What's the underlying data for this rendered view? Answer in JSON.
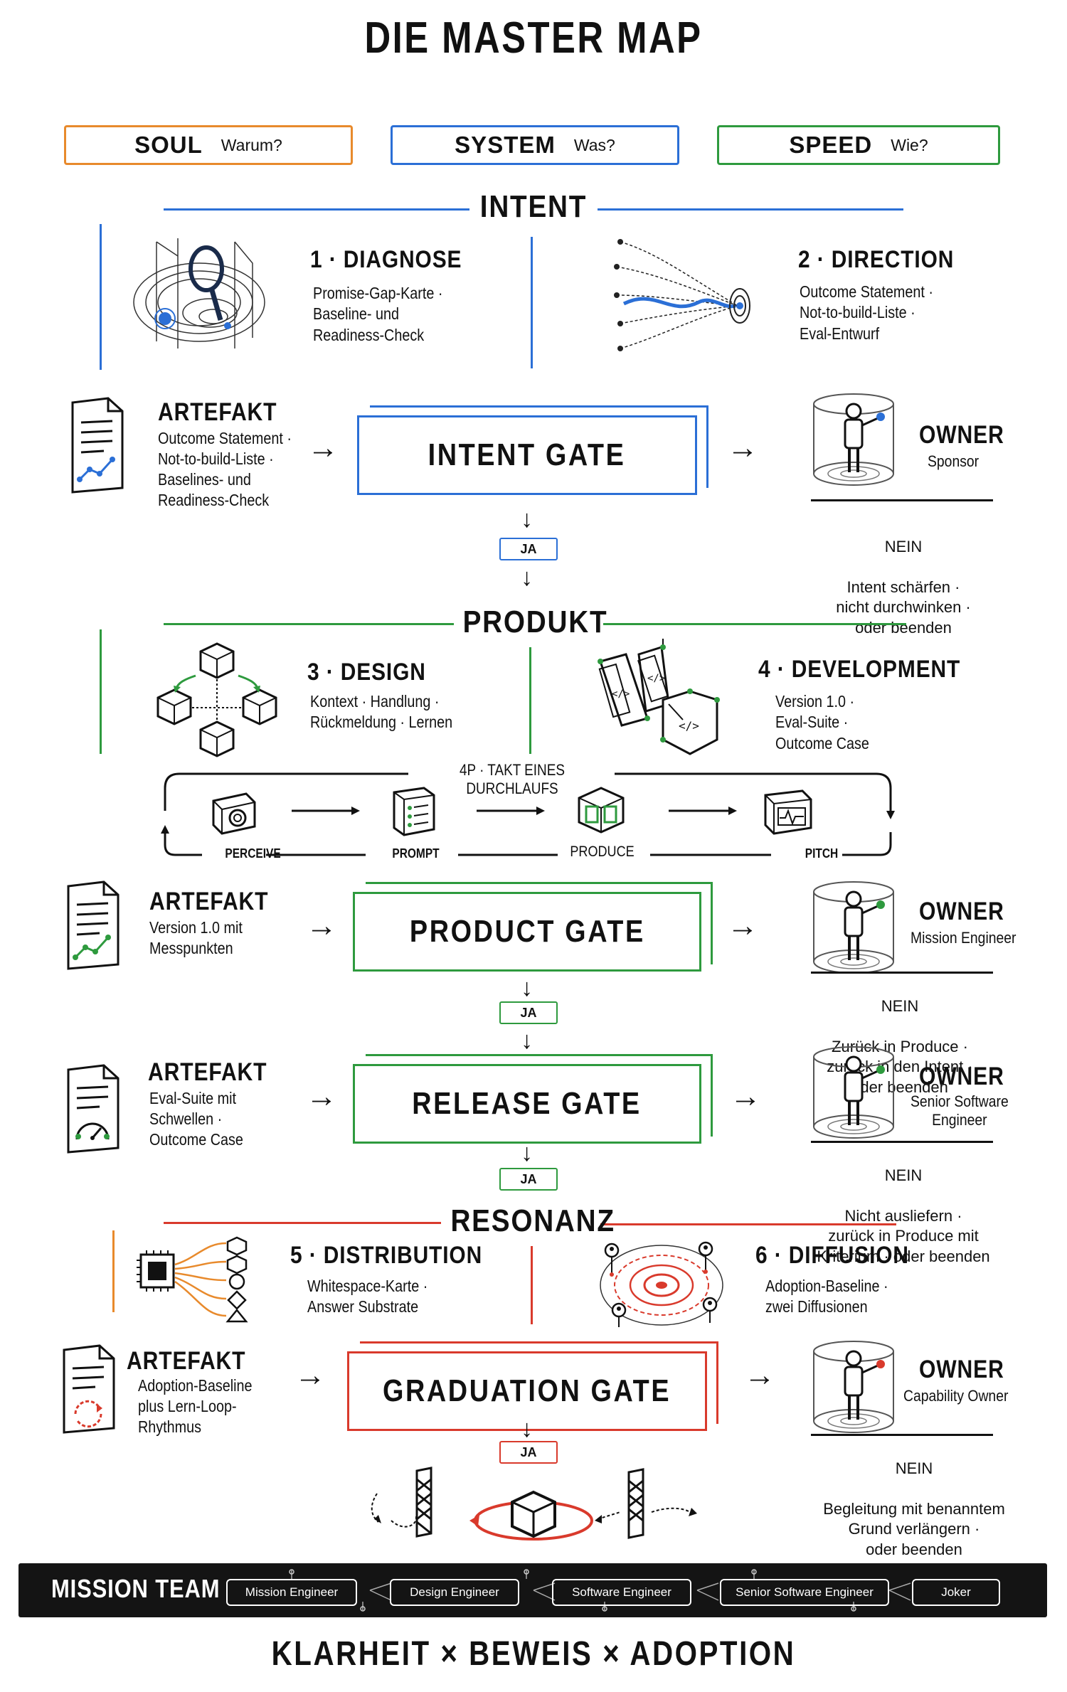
{
  "title": "DIE MASTER MAP",
  "colors": {
    "soul": "#e88a2c",
    "system": "#2b6fd6",
    "speed": "#2e9a3e",
    "resonance": "#d93a2c",
    "ink": "#111111"
  },
  "pillars": [
    {
      "name": "SOUL",
      "question": "Warum?"
    },
    {
      "name": "SYSTEM",
      "question": "Was?"
    },
    {
      "name": "SPEED",
      "question": "Wie?"
    }
  ],
  "sections": {
    "intent": "INTENT",
    "produkt": "PRODUKT",
    "resonanz": "RESONANZ"
  },
  "steps": [
    {
      "title": "1 · DIAGNOSE",
      "text": "Promise-Gap-Karte ·\nBaseline- und\nReadiness-Check",
      "icon": "magnifier-contour-icon"
    },
    {
      "title": "2 · DIRECTION",
      "text": "Outcome Statement ·\nNot-to-build-Liste ·\nEval-Entwurf",
      "icon": "target-streams-icon"
    },
    {
      "title": "3 · DESIGN",
      "text": "Kontext · Handlung ·\nRückmeldung · Lernen",
      "icon": "cube-network-icon"
    },
    {
      "title": "4 · DEVELOPMENT",
      "text": "Version 1.0 ·\nEval-Suite ·\nOutcome Case",
      "icon": "code-devices-icon"
    },
    {
      "title": "5 · DISTRIBUTION",
      "text": "Whitespace-Karte ·\nAnswer Substrate",
      "icon": "chip-shapes-icon"
    },
    {
      "title": "6 · DIFFUSION",
      "text": "Adoption-Baseline ·\nzwei Diffusionen",
      "icon": "people-rings-icon"
    }
  ],
  "gates": [
    {
      "name": "INTENT GATE",
      "artefact_title": "ARTEFAKT",
      "artefact_text": "Outcome Statement ·\nNot-to-build-Liste ·\nBaselines- und\nReadiness-Check",
      "owner_title": "OWNER",
      "owner_role": "Sponsor",
      "ja": "JA",
      "nein_title": "NEIN",
      "nein_text": "Intent schärfen ·\nnicht durchwinken ·\noder beenden"
    },
    {
      "name": "PRODUCT GATE",
      "artefact_title": "ARTEFAKT",
      "artefact_text": "Version 1.0 mit\nMesspunkten",
      "owner_title": "OWNER",
      "owner_role": "Mission Engineer",
      "ja": "JA",
      "nein_title": "NEIN",
      "nein_text": "Zurück in Produce ·\nzurück in den Intent ·\noder beenden"
    },
    {
      "name": "RELEASE GATE",
      "artefact_title": "ARTEFAKT",
      "artefact_text": "Eval-Suite mit\nSchwellen ·\nOutcome Case",
      "owner_title": "OWNER",
      "owner_role": "Senior Software\nEngineer",
      "ja": "JA",
      "nein_title": "NEIN",
      "nein_text": "Nicht ausliefern ·\nzurück in Produce mit\nKriterium · oder beenden"
    },
    {
      "name": "GRADUATION GATE",
      "artefact_title": "ARTEFAKT",
      "artefact_text": "Adoption-Baseline\nplus Lern-Loop-\nRhythmus",
      "owner_title": "OWNER",
      "owner_role": "Capability Owner",
      "ja": "JA",
      "nein_title": "NEIN",
      "nein_text": "Begleitung mit benanntem\nGrund verlängern ·\noder beenden"
    }
  ],
  "cycle": {
    "title": "4P · TAKT EINES DURCHLAUFS",
    "stages": [
      "PERCEIVE",
      "PROMPT",
      "PRODUCE",
      "PITCH"
    ]
  },
  "team": {
    "title": "MISSION TEAM",
    "members": [
      "Mission Engineer",
      "Design Engineer",
      "Software Engineer",
      "Senior Software Engineer",
      "Joker"
    ]
  },
  "footer": "KLARHEIT × BEWEIS × ADOPTION"
}
